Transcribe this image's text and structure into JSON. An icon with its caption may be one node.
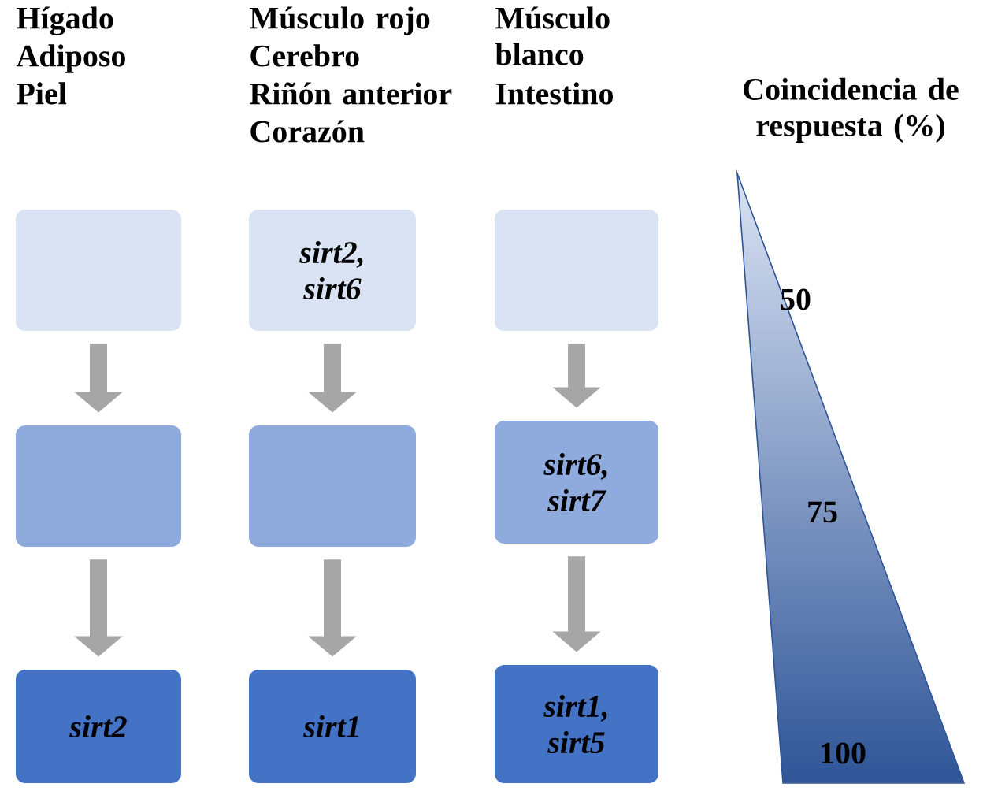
{
  "diagram": {
    "nodes": [
      {
        "text": [],
        "shape": "box"
      },
      {
        "text": [],
        "shape": "box"
      },
      {
        "text": [
          "sirt2"
        ]
      },
      {
        "text": [
          "sirt2, sirt6"
        ]
      },
      {
        "text": [],
        "shape": "box"
      },
      {
        "text": [
          "sirt1"
        ]
      },
      {
        "text": [],
        "shape": "box"
      },
      {
        "text": [
          "sirt6, sirt7"
        ]
      },
      {
        "text": [
          "sirt1, sirt5"
        ]
      },
      {
        "text": [
          "Coincidencia de respuesta (%)",
          "50",
          "75",
          "100"
        ]
      }
    ],
    "edges": [
      {
        "from": 0,
        "to": 1,
        "arrow": "to"
      },
      {
        "from": 1,
        "to": 2,
        "arrow": "to"
      },
      {
        "from": 3,
        "to": 4,
        "arrow": "to"
      },
      {
        "from": 4,
        "to": 5,
        "arrow": "to"
      },
      {
        "from": 6,
        "to": 7,
        "arrow": "to"
      },
      {
        "from": 7,
        "to": 8,
        "arrow": "to"
      }
    ],
    "labels": [
      "Hígado",
      "Adiposo",
      "Piel",
      "Músculo rojo",
      "Cerebro",
      "Riñón anterior",
      "Corazón",
      "Músculo blanco",
      "Intestino"
    ]
  }
}
